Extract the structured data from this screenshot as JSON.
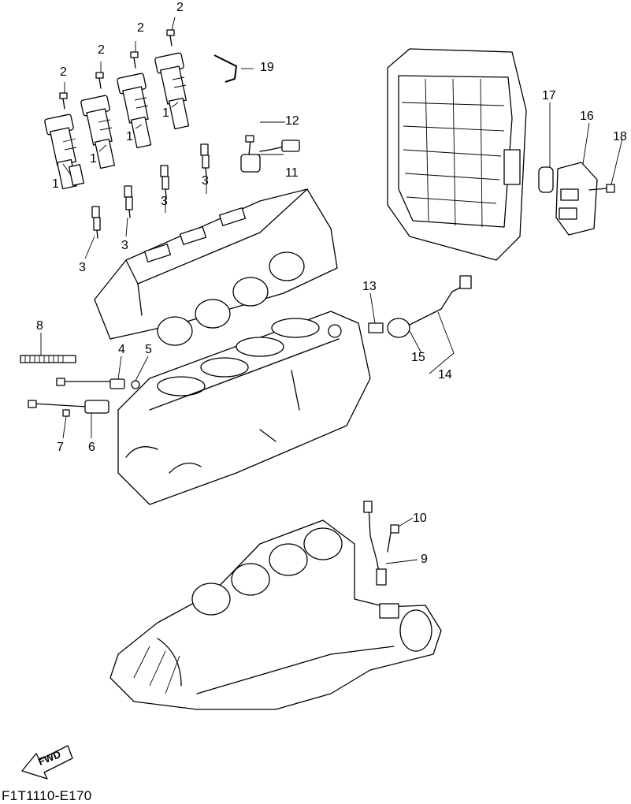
{
  "labels": [
    {
      "id": "c1",
      "text": "1"
    },
    {
      "id": "c1b",
      "text": "1"
    },
    {
      "id": "c1c",
      "text": "1"
    },
    {
      "id": "c1d",
      "text": "1"
    },
    {
      "id": "c2a",
      "text": "2"
    },
    {
      "id": "c2b",
      "text": "2"
    },
    {
      "id": "c2c",
      "text": "2"
    },
    {
      "id": "c2d",
      "text": "2"
    },
    {
      "id": "c3a",
      "text": "3"
    },
    {
      "id": "c3b",
      "text": "3"
    },
    {
      "id": "c3c",
      "text": "3"
    },
    {
      "id": "c3d",
      "text": "3"
    },
    {
      "id": "c4",
      "text": "4"
    },
    {
      "id": "c5",
      "text": "5"
    },
    {
      "id": "c6",
      "text": "6"
    },
    {
      "id": "c7",
      "text": "7"
    },
    {
      "id": "c8",
      "text": "8"
    },
    {
      "id": "c9",
      "text": "9"
    },
    {
      "id": "c10",
      "text": "10"
    },
    {
      "id": "c11",
      "text": "11"
    },
    {
      "id": "c12",
      "text": "12"
    },
    {
      "id": "c13",
      "text": "13"
    },
    {
      "id": "c14",
      "text": "14"
    },
    {
      "id": "c15",
      "text": "15"
    },
    {
      "id": "c16",
      "text": "16"
    },
    {
      "id": "c17",
      "text": "17"
    },
    {
      "id": "c18",
      "text": "18"
    },
    {
      "id": "c19",
      "text": "19"
    }
  ],
  "fwd_badge": "FWD",
  "diagram_code": "F1T1110-E170"
}
